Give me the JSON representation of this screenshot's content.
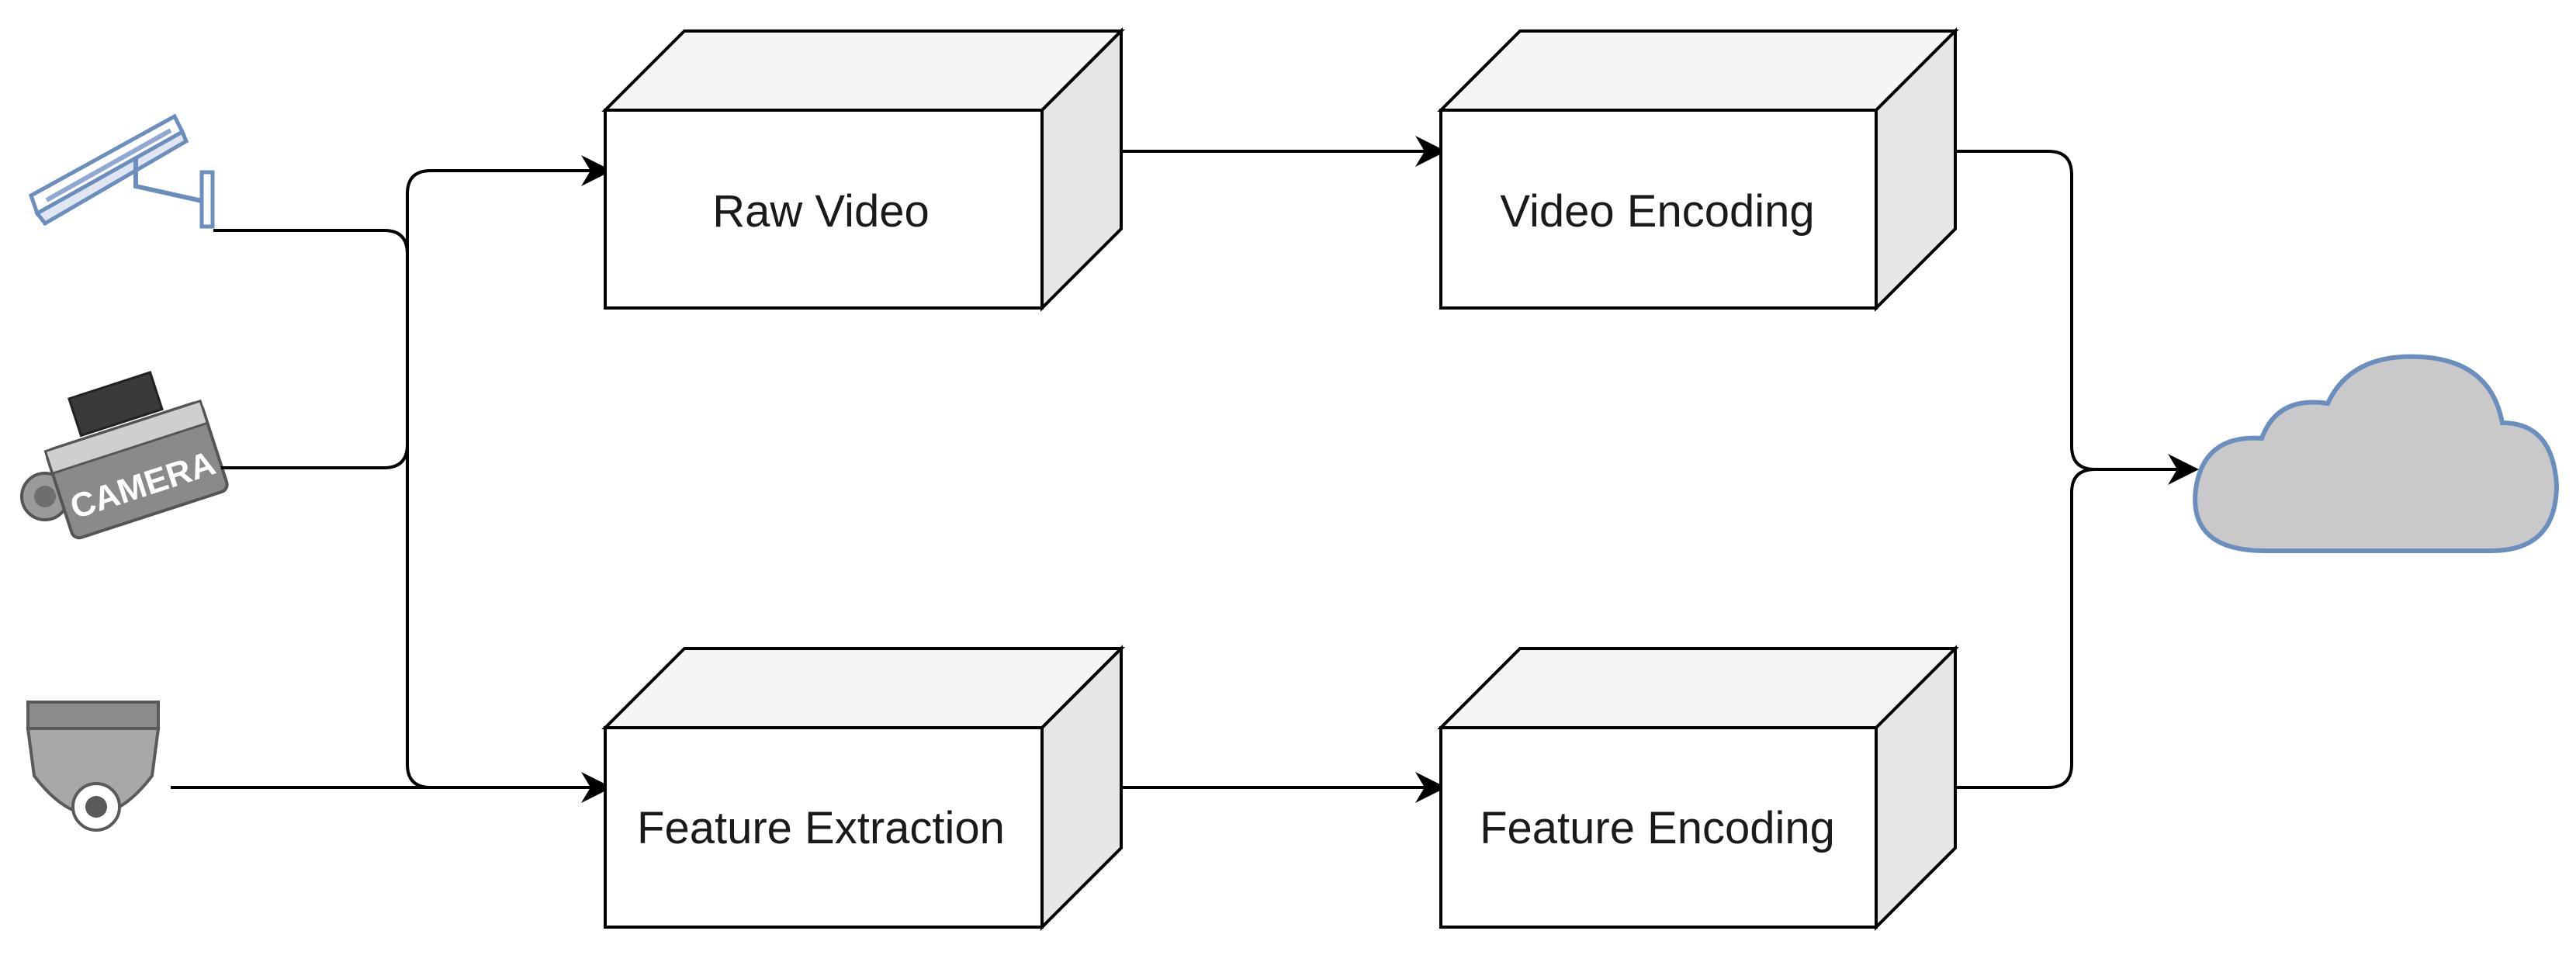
{
  "diagram": {
    "boxes": {
      "raw_video": "Raw Video",
      "video_encoding": "Video Encoding",
      "feature_extraction": "Feature Extraction",
      "feature_encoding": "Feature Encoding"
    },
    "camera_badge_text": "CAMERA",
    "icons": {
      "source_top": "cctv-bullet-camera-icon",
      "source_middle": "box-camera-icon",
      "source_bottom": "dome-camera-icon",
      "destination": "cloud-icon"
    },
    "colors": {
      "line": "#000000",
      "box_side": "#e6e6e6",
      "cloud_fill": "#c9c9c9",
      "cloud_stroke": "#6c8ebf",
      "cctv_stroke": "#6c8ebf"
    }
  }
}
